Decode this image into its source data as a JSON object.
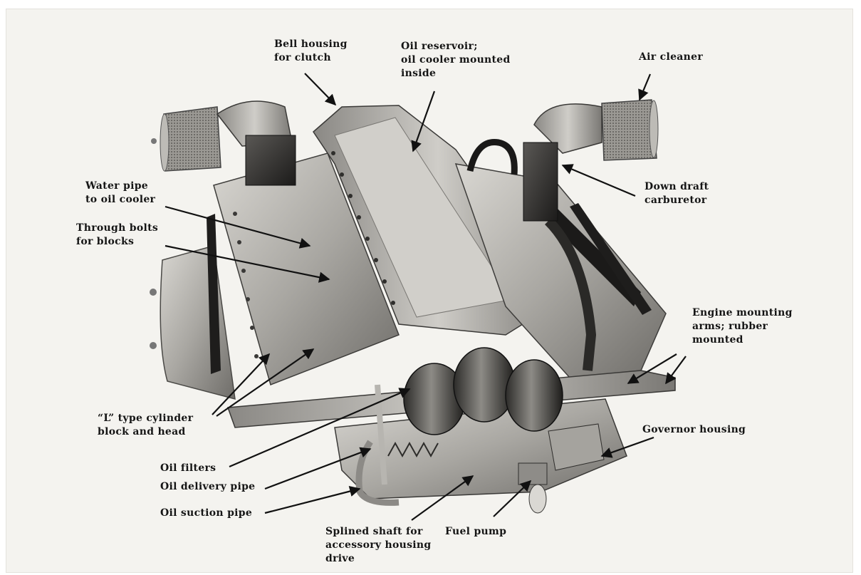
{
  "labels": {
    "bell_housing": "Bell housing\nfor clutch",
    "oil_reservoir": "Oil reservoir;\noil cooler mounted\ninside",
    "air_cleaner": "Air cleaner",
    "down_draft_carburetor": "Down draft\ncarburetor",
    "water_pipe": "Water pipe\nto oil cooler",
    "through_bolts": "Through bolts\nfor blocks",
    "engine_mounting_arms": "Engine mounting\narms; rubber\nmounted",
    "l_type_cylinder": "“L” type cylinder\nblock and head",
    "governor_housing": "Governor housing",
    "oil_filters": "Oil filters",
    "oil_delivery_pipe": "Oil delivery pipe",
    "oil_suction_pipe": "Oil suction pipe",
    "splined_shaft": "Splined shaft for\naccessory housing\ndrive",
    "fuel_pump": "Fuel pump"
  }
}
